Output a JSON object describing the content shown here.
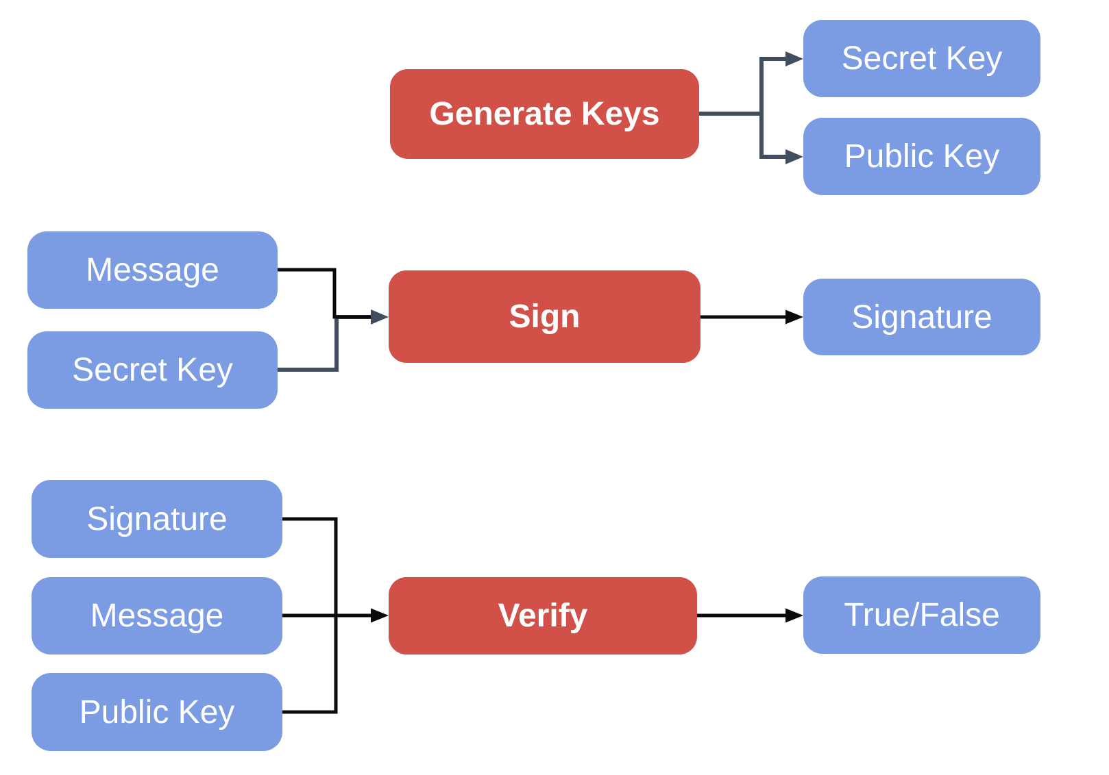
{
  "diagram": {
    "colors": {
      "process_fill": "#D15048",
      "data_fill": "#7B9BE2",
      "label_text": "#FFFFFF",
      "connector_dark": "#414E5F",
      "connector_black": "#0B0B0B",
      "background": "#FFFFFF"
    },
    "nodes": {
      "generate_keys": {
        "label": "Generate Keys",
        "type": "process"
      },
      "secret_key_out": {
        "label": "Secret Key",
        "type": "data"
      },
      "public_key_out": {
        "label": "Public Key",
        "type": "data"
      },
      "message_sign": {
        "label": "Message",
        "type": "data"
      },
      "secret_key_sign": {
        "label": "Secret Key",
        "type": "data"
      },
      "sign": {
        "label": "Sign",
        "type": "process"
      },
      "signature_out": {
        "label": "Signature",
        "type": "data"
      },
      "signature_verify": {
        "label": "Signature",
        "type": "data"
      },
      "message_verify": {
        "label": "Message",
        "type": "data"
      },
      "public_key_verify": {
        "label": "Public Key",
        "type": "data"
      },
      "verify": {
        "label": "Verify",
        "type": "process"
      },
      "true_false": {
        "label": "True/False",
        "type": "data"
      }
    },
    "edges": [
      {
        "from": "generate_keys",
        "to": "secret_key_out"
      },
      {
        "from": "generate_keys",
        "to": "public_key_out"
      },
      {
        "from": "message_sign",
        "to": "sign"
      },
      {
        "from": "secret_key_sign",
        "to": "sign"
      },
      {
        "from": "sign",
        "to": "signature_out"
      },
      {
        "from": "signature_verify",
        "to": "verify"
      },
      {
        "from": "message_verify",
        "to": "verify"
      },
      {
        "from": "public_key_verify",
        "to": "verify"
      },
      {
        "from": "verify",
        "to": "true_false"
      }
    ]
  }
}
